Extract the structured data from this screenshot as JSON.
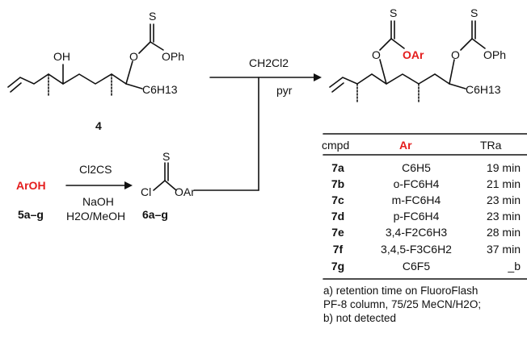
{
  "compound4": {
    "S": "S",
    "OH": "OH",
    "O": "O",
    "OPh": "OPh",
    "C6H13": "C6H13",
    "label": "4"
  },
  "reagents_top": {
    "above": "CH2Cl2",
    "below": "pyr"
  },
  "product": {
    "S1": "S",
    "S2": "S",
    "O1": "O",
    "OAr": "OAr",
    "O2": "O",
    "OPh": "OPh",
    "C6H13": "C6H13"
  },
  "arOH": {
    "formula": "ArOH",
    "label": "5a–g"
  },
  "reagents_left": {
    "above": "Cl2CS",
    "below1": "NaOH",
    "below2": "H2O/MeOH"
  },
  "compound6": {
    "S": "S",
    "Cl": "Cl",
    "OAr": "OAr",
    "label": "6a–g"
  },
  "table": {
    "headers": [
      "cmpd",
      "Ar",
      "TRa"
    ],
    "rows": [
      [
        "7a",
        "C6H5",
        "19 min"
      ],
      [
        "7b",
        "o-FC6H4",
        "21 min"
      ],
      [
        "7c",
        "m-FC6H4",
        "23 min"
      ],
      [
        "7d",
        "p-FC6H4",
        "23 min"
      ],
      [
        "7e",
        "3,4-F2C6H3",
        "28 min"
      ],
      [
        "7f",
        "3,4,5-F3C6H2",
        "37 min"
      ],
      [
        "7g",
        "C6F5",
        "_b"
      ]
    ]
  },
  "footnotes": [
    "a) retention time on FluoroFlash",
    "PF-8 column, 75/25 MeCN/H2O;",
    "b) not detected"
  ],
  "colors": {
    "highlight": "#e41d1d",
    "ink": "#111111"
  }
}
